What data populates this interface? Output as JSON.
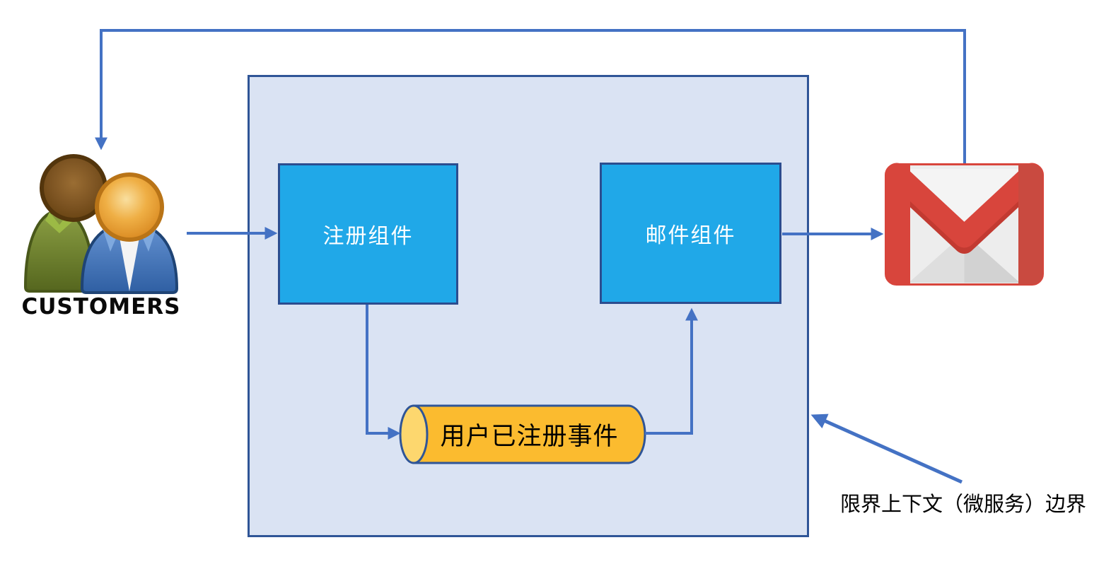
{
  "diagram": {
    "customers_label": "CUSTOMERS",
    "registration_component_label": "注册组件",
    "mail_component_label": "邮件组件",
    "event_queue_label": "用户已注册事件",
    "boundary_label": "限界上下文（微服务）边界",
    "icons": {
      "customers": "customers-people-icon",
      "mail_service": "gmail-envelope-icon"
    },
    "colors": {
      "arrow": "#4472C4",
      "shape_border": "#2F5597",
      "component_fill": "#20A8E8",
      "component_text": "#FFFFFF",
      "context_fill": "#DAE3F3",
      "cylinder_fill": "#FBBB2F",
      "cylinder_cap": "#FDD76E",
      "gmail_red": "#D8453C",
      "label_text": "#000000"
    },
    "edges": [
      {
        "from": "customers",
        "to": "registration-component"
      },
      {
        "from": "registration-component",
        "to": "user-registered-event-queue"
      },
      {
        "from": "user-registered-event-queue",
        "to": "mail-component"
      },
      {
        "from": "mail-component",
        "to": "gmail"
      },
      {
        "from": "gmail",
        "to": "customers"
      },
      {
        "from": "boundary-label",
        "to": "bounded-context-border"
      }
    ]
  }
}
